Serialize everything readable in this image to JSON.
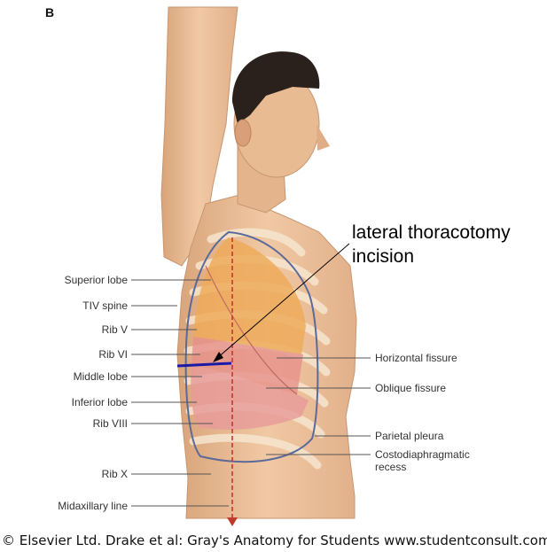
{
  "panel_letter": "B",
  "callout": {
    "line1": "lateral thoracotomy",
    "line2": "incision"
  },
  "left_labels": [
    "Superior lobe",
    "TIV spine",
    "Rib V",
    "Rib VI",
    "Middle lobe",
    "Inferior lobe",
    "Rib VIII",
    "Rib X",
    "Midaxillary line"
  ],
  "right_labels": [
    "Horizontal fissure",
    "Oblique fissure",
    "Parietal pleura",
    "Costodiaphragmatic\nrecess"
  ],
  "credit": "© Elsevier Ltd. Drake et al: Gray's Anatomy for Students www.studentconsult.com",
  "colors": {
    "skin": "#e8bf98",
    "superior_lobe": "#eeaa58",
    "middle_lobe": "#e6908a",
    "inferior_lobe": "#e79a9a",
    "pleura": "#5a6a9a",
    "incision": "#1a1aa8",
    "midaxillary": "#c0392b"
  },
  "icons": [
    "arrow-head-icon"
  ]
}
